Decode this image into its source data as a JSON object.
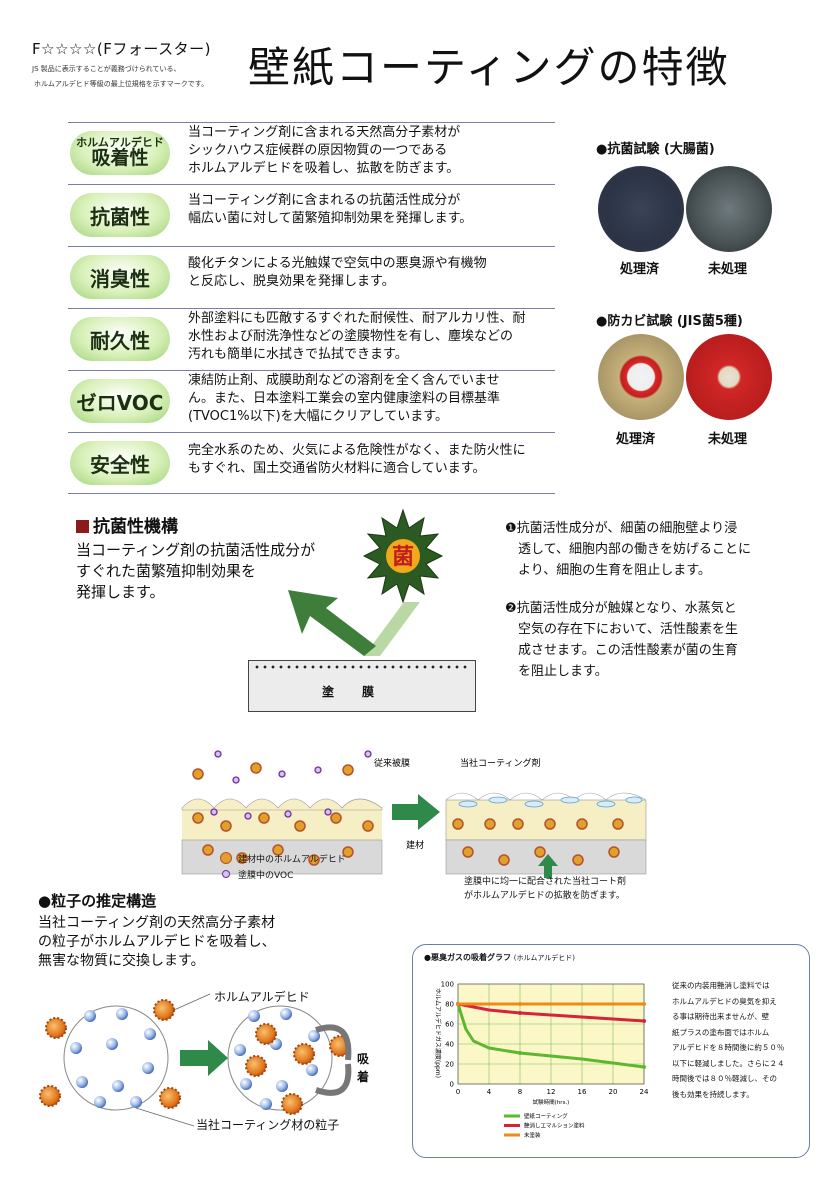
{
  "header": {
    "rating": "F☆☆☆☆(Fフォースター)",
    "rating_note_line1": "JS 製品に表示することが義務づけられている、",
    "rating_note_line2": "ホルムアルデヒド等級の最上位規格を示すマークです。",
    "title": "壁紙コーティングの特徴"
  },
  "features": [
    {
      "label_line1": "ホルムアルデヒド",
      "label_line2": "吸着性",
      "description": "当コーティング剤に含まれる天然高分子素材が\nシックハウス症候群の原因物質の一つである\nホルムアルデヒドを吸着し、拡散を防ぎます。"
    },
    {
      "label": "抗菌性",
      "description": "当コーティング剤に含まれるの抗菌活性成分が\n幅広い菌に対して菌繁殖抑制効果を発揮します。"
    },
    {
      "label": "消臭性",
      "description": "酸化チタンによる光触媒で空気中の悪臭源や有機物\nと反応し、脱臭効果を発揮します。"
    },
    {
      "label": "耐久性",
      "description": "外部塗料にも匹敵するすぐれた耐候性、耐アルカリ性、耐\n水性および耐洗浄性などの塗膜物性を有し、塵埃などの\n汚れも簡単に水拭きで払拭できます。"
    },
    {
      "label": "ゼロVOC",
      "description": "凍結防止剤、成膜助剤などの溶剤を全く含んでいませ\nん。また、日本塗料工業会の室内健康塗料の目標基準\n(TVOC1%以下)を大幅にクリアしています。"
    },
    {
      "label": "安全性",
      "description": "完全水系のため、火気による危険性がなく、また防火性に\nもすぐれ、国土交通省防火材料に適合しています。"
    }
  ],
  "tests": {
    "antibacterial": {
      "title": "●抗菌試験 (大腸菌)",
      "treated": "処理済",
      "untreated": "未処理"
    },
    "antifungal": {
      "title": "●防カビ試験 (JIS菌5種)",
      "treated": "処理済",
      "untreated": "未処理"
    }
  },
  "mechanism": {
    "title": "抗菌性機構",
    "description": "当コーティング剤の抗菌活性成分が\nすぐれた菌繁殖抑制効果を\n発揮します。",
    "germ_label": "菌",
    "film_label": "塗膜",
    "note1": "❶抗菌活性成分が、細菌の細胞壁より浸\n　透して、細胞内部の働きを妨げることに\n　より、細胞の生育を阻止します。",
    "note2": "❷抗菌活性成分が触媒となり、水蒸気と\n　空気の存在下において、活性酸素を生\n　成させます。この活性酸素が菌の生育\n　を阻止します。"
  },
  "comparison": {
    "conventional_label": "従来被膜",
    "ours_label": "当社コーティング剤",
    "substrate_label": "建材",
    "legend_formaldehyde": "建材中のホルムアルデヒド",
    "legend_voc": "塗膜中のVOC",
    "caption_line1": "塗膜中に均一に配合された当社コート剤",
    "caption_line2": "がホルムアルデヒドの拡散を防ぎます。"
  },
  "particle": {
    "title": "●粒子の推定構造",
    "description": "当社コーティング剤の天然高分子素材\nの粒子がホルムアルデヒドを吸着し、\n無害な物質に交換します。",
    "label_formaldehyde": "ホルムアルデヒド",
    "label_particle": "当社コーティング材の粒子",
    "label_adsorb_1": "吸",
    "label_adsorb_2": "着"
  },
  "graph": {
    "title": "●悪臭ガスの吸着グラフ",
    "subtitle": "(ホルムアルデヒド)",
    "side_text": "従来の内装用艶消し塗料では\nホルムアルデヒドの臭気を抑え\nる事は期待出来ませんが、壁\n紙プラスの塗布面ではホルム\nアルデヒドを８時間後に約５０％\n以下に軽減しました。さらに２４\n時間後では８０％軽減し、その\n後も効果を持続します。"
  },
  "chart_data": {
    "type": "line",
    "title": "悪臭ガスの吸着グラフ (ホルムアルデヒド)",
    "xlabel": "試験時間(hrs.)",
    "ylabel": "ホルムアルデヒドガス濃度(ppm)",
    "xlim": [
      0,
      24
    ],
    "ylim": [
      0,
      100
    ],
    "xticks": [
      0,
      4,
      8,
      12,
      16,
      20,
      24
    ],
    "yticks": [
      0,
      20,
      40,
      60,
      80,
      100
    ],
    "grid": true,
    "legend_position": "bottom",
    "series": [
      {
        "name": "壁紙コーティング",
        "color": "#5cb82f",
        "x": [
          0,
          1,
          2,
          4,
          8,
          12,
          16,
          20,
          24
        ],
        "y": [
          80,
          55,
          43,
          36,
          31,
          28,
          25,
          21,
          17
        ]
      },
      {
        "name": "艶消しエマルション塗料",
        "color": "#d6223b",
        "x": [
          0,
          4,
          8,
          12,
          16,
          20,
          24
        ],
        "y": [
          80,
          74,
          71,
          69,
          67,
          65,
          63
        ]
      },
      {
        "name": "未塗装",
        "color": "#f0891c",
        "x": [
          0,
          4,
          8,
          12,
          16,
          20,
          24
        ],
        "y": [
          80,
          80,
          80,
          80,
          80,
          80,
          80
        ]
      }
    ]
  }
}
